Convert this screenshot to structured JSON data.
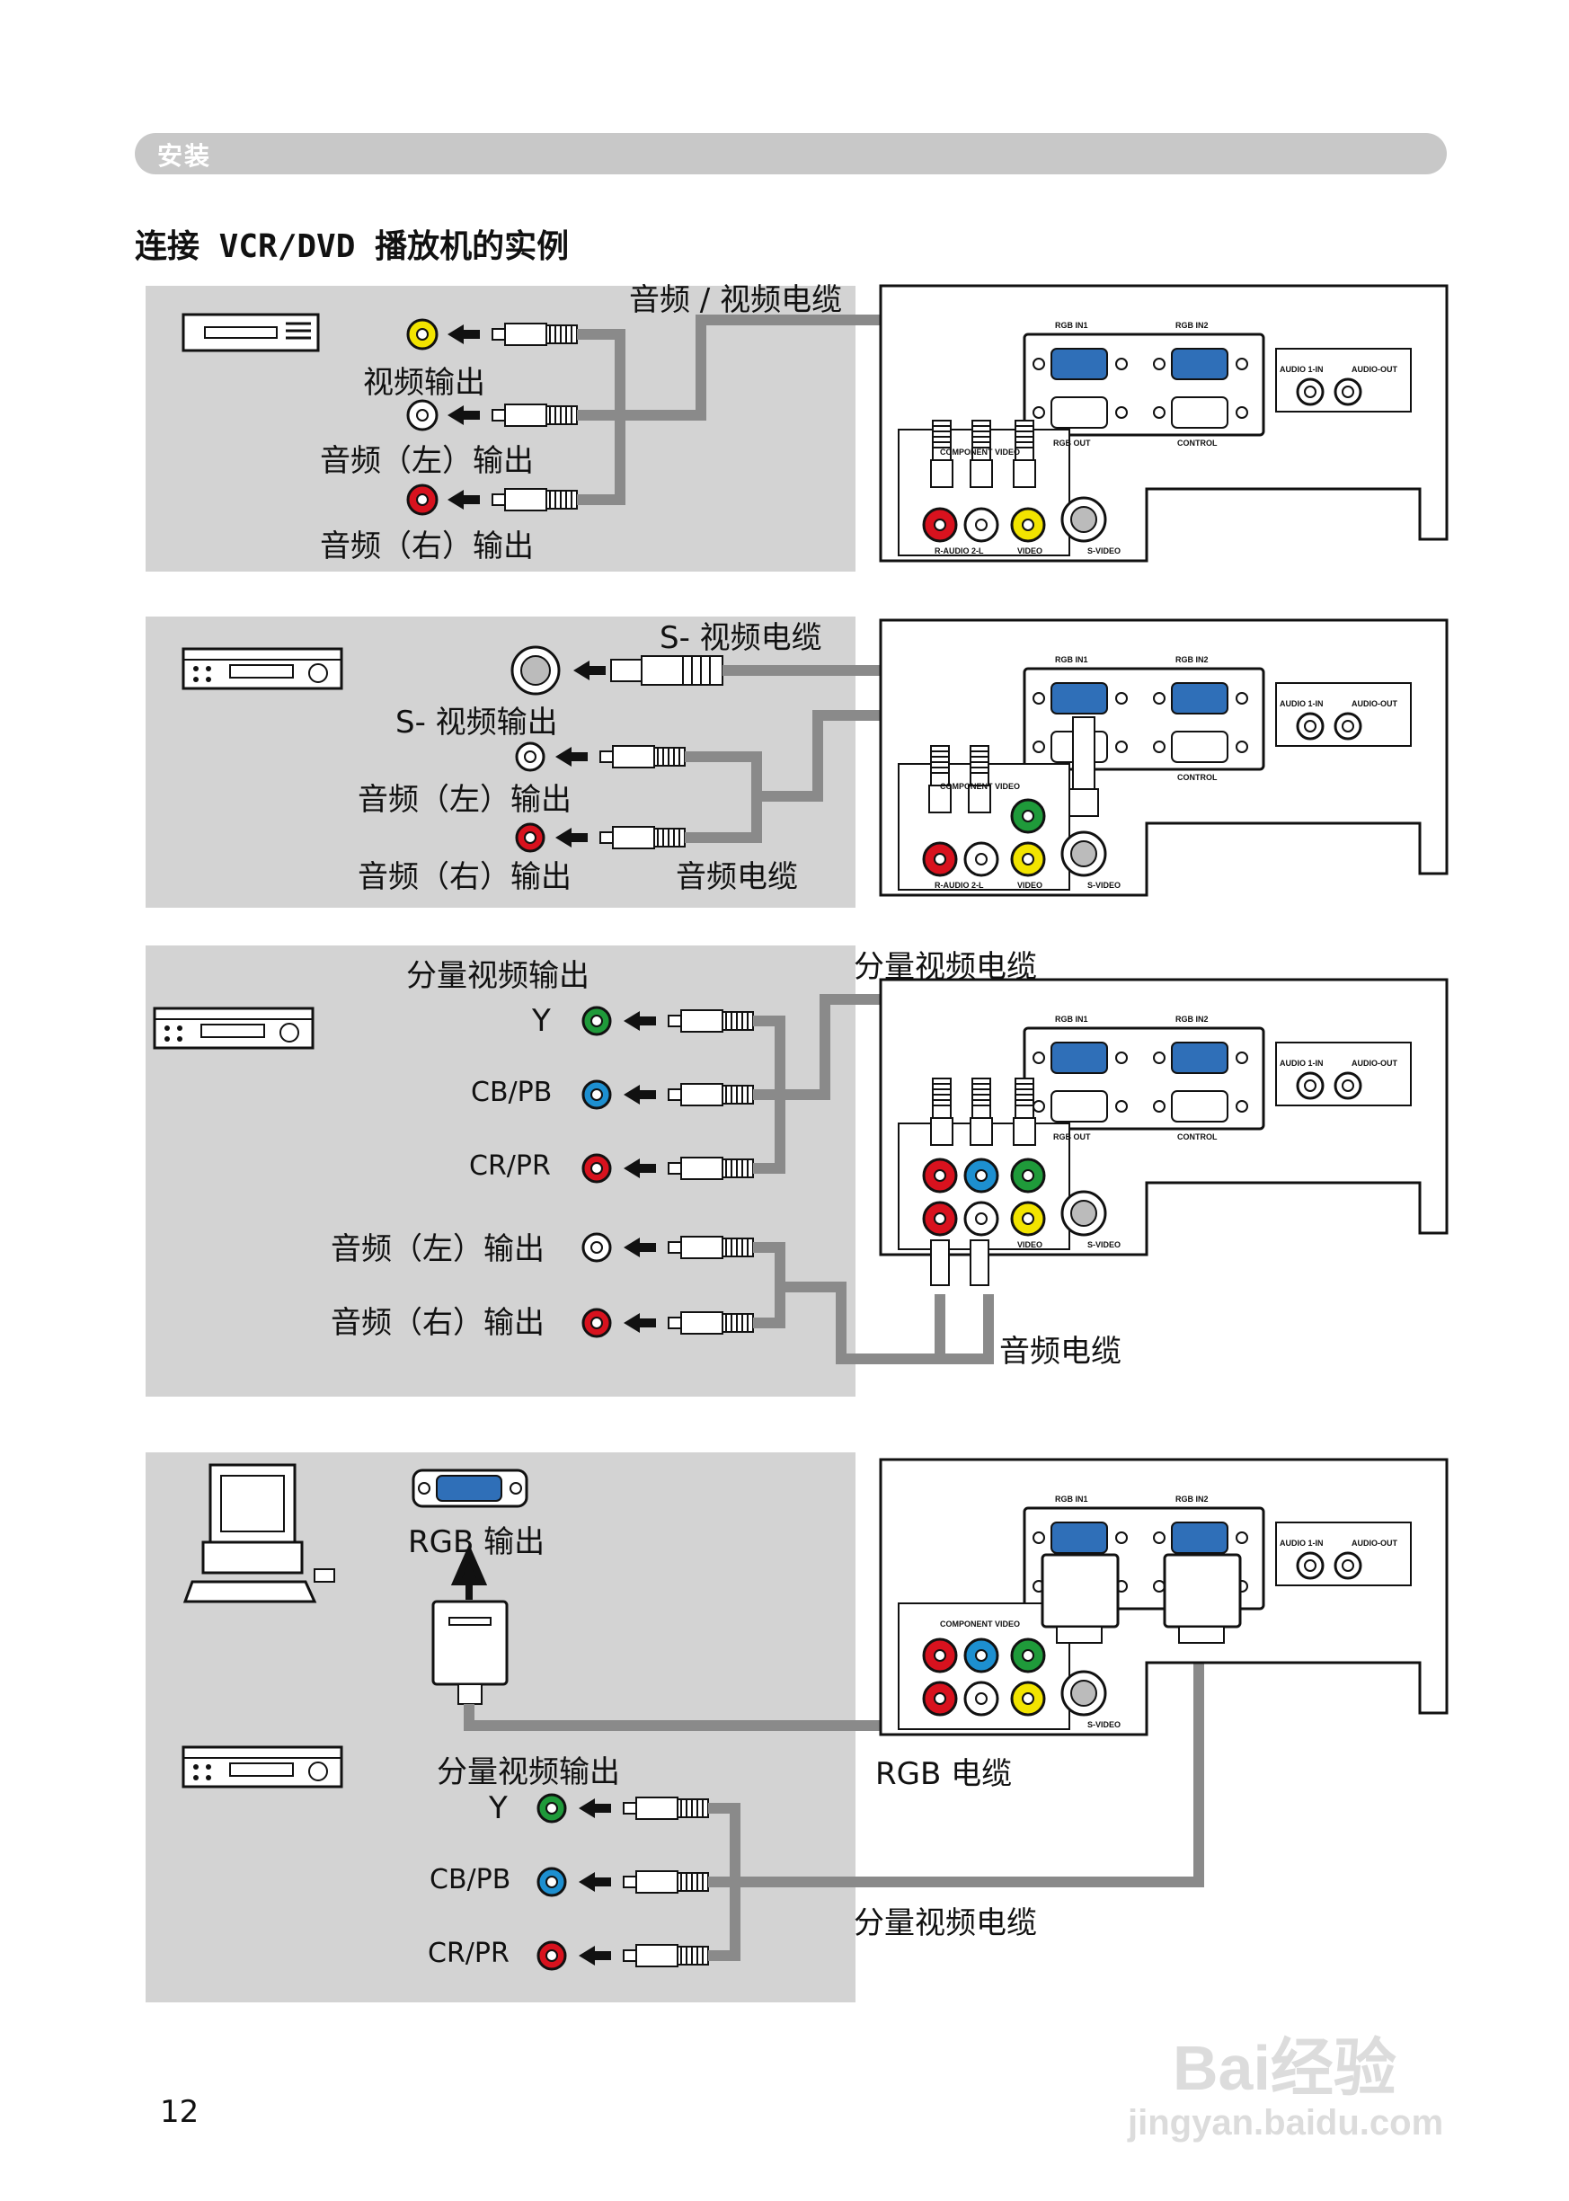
{
  "header": {
    "section": "安装"
  },
  "page_title": "连接 VCR/DVD 播放机的实例",
  "panel1": {
    "cable": "音频 / 视频电缆",
    "video_out": "视频输出",
    "audio_left_out": "音频（左）输出",
    "audio_right_out": "音频（右）输出"
  },
  "panel2": {
    "s_cable": "S- 视频电缆",
    "s_out": "S- 视频输出",
    "audio_left_out": "音频（左）输出",
    "audio_right_out": "音频（右）输出",
    "audio_cable": "音频电缆"
  },
  "panel3": {
    "component_out": "分量视频输出",
    "y": "Y",
    "cb_pb": "CB/PB",
    "cr_pr": "CR/PR",
    "component_cable": "分量视频电缆",
    "audio_left_out": "音频（左）输出",
    "audio_right_out": "音频（右）输出",
    "audio_cable": "音频电缆"
  },
  "panel4": {
    "rgb_out": "RGB 输出",
    "rgb_cable": "RGB  电缆",
    "component_out": "分量视频输出",
    "y": "Y",
    "cb_pb": "CB/PB",
    "cr_pr": "CR/PR",
    "component_cable": "分量视频电缆"
  },
  "projector": {
    "rgb_in1": "RGB IN1",
    "rgb_in2": "RGB IN2",
    "rgb_out": "RGB OUT",
    "control": "CONTROL",
    "audio_in": "AUDIO 1-IN",
    "audio_out": "AUDIO-OUT",
    "component": "COMPONENT VIDEO",
    "audio_rl": "R-AUDIO 2-L",
    "video": "VIDEO",
    "s_video": "S-VIDEO"
  },
  "jack_colors": {
    "yellow": "#f2e400",
    "red": "#d8121e",
    "white": "#ffffff",
    "green": "#1f9a3a",
    "blue": "#1d8fd0",
    "vga_blue": "#2f6fb8",
    "cable_gray": "#8a8a8a"
  },
  "page_number": "12",
  "watermark": {
    "brand": "Bai经验",
    "url": "jingyan.baidu.com"
  }
}
